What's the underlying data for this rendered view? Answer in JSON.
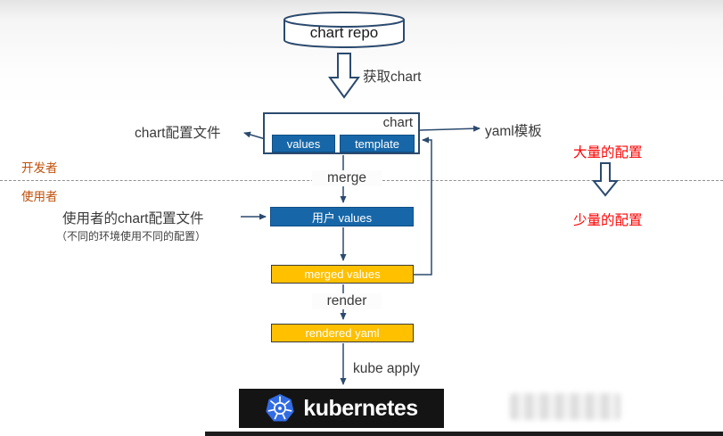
{
  "colors": {
    "blue_box": "#1767a8",
    "amber_box": "#ffc000",
    "red_text": "#fe0000",
    "role_text": "#c0500a",
    "arrow": "#2b4a6e",
    "kubernetes_blue": "#326ce5"
  },
  "nodes": {
    "chart_repo": "chart repo",
    "chart_title": "chart",
    "values": "values",
    "template": "template",
    "user_values": "用户 values",
    "merged_values": "merged values",
    "rendered_yaml": "rendered yaml",
    "kubernetes": "kubernetes"
  },
  "labels": {
    "get_chart": "获取chart",
    "chart_config": "chart配置文件",
    "yaml_template": "yaml模板",
    "lots_of_config": "大量的配置",
    "little_config": "少量的配置",
    "developer": "开发者",
    "user": "使用者",
    "merge": "merge",
    "user_chart_config": "使用者的chart配置文件",
    "user_chart_config_note": "（不同的环境使用不同的配置）",
    "render": "render",
    "kube_apply": "kube apply"
  }
}
